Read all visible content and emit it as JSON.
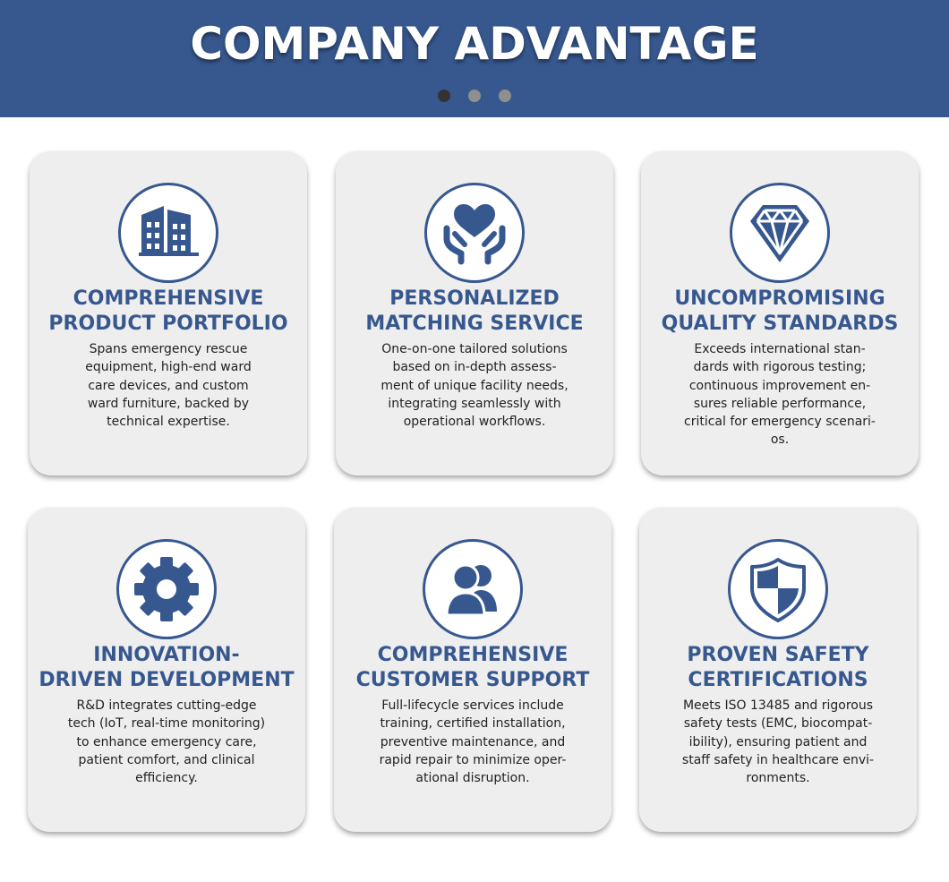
{
  "header": {
    "title": "COMPANY ADVANTAGE",
    "dots": [
      {
        "active": true
      },
      {
        "active": false
      },
      {
        "active": false
      }
    ]
  },
  "colors": {
    "brand": "#37588f",
    "card_bg": "#eeeeef",
    "text": "#222222"
  },
  "cards": [
    {
      "icon": "building-icon",
      "title_lines": [
        "COMPREHENSIVE",
        "PRODUCT PORTFOLIO"
      ],
      "desc_lines": [
        "Spans emergency rescue",
        "equipment, high-end ward",
        "care devices, and custom",
        "ward furniture, backed by",
        "technical expertise."
      ]
    },
    {
      "icon": "heart-hands-icon",
      "title_lines": [
        "PERSONALIZED",
        "MATCHING SERVICE"
      ],
      "desc_lines": [
        "One-on-one tailored solutions",
        "based on in-depth assess-",
        "ment of unique facility needs,",
        "integrating seamlessly with",
        "operational workflows."
      ]
    },
    {
      "icon": "diamond-icon",
      "title_lines": [
        "UNCOMPROMISING",
        "QUALITY STANDARDS"
      ],
      "desc_lines": [
        "Exceeds international stan-",
        "dards with rigorous testing;",
        "continuous improvement en-",
        "sures reliable performance,",
        "critical for emergency scenari-",
        "os."
      ]
    },
    {
      "icon": "gear-icon",
      "title_lines": [
        "INNOVATION-",
        "DRIVEN DEVELOPMENT"
      ],
      "desc_lines": [
        "R&D integrates cutting-edge",
        "tech (IoT, real-time monitoring)",
        "to enhance emergency care,",
        "patient comfort, and clinical",
        "efficiency."
      ]
    },
    {
      "icon": "users-icon",
      "title_lines": [
        "COMPREHENSIVE",
        "CUSTOMER SUPPORT"
      ],
      "desc_lines": [
        "Full-lifecycle services include",
        "training, certified installation,",
        "preventive maintenance, and",
        "rapid repair to minimize oper-",
        "ational disruption."
      ]
    },
    {
      "icon": "shield-icon",
      "title_lines": [
        "PROVEN SAFETY",
        "CERTIFICATIONS"
      ],
      "desc_lines": [
        "Meets ISO 13485 and rigorous",
        "safety tests (EMC, biocompat-",
        "ibility), ensuring patient and",
        "staff safety in healthcare envi-",
        "ronments."
      ]
    }
  ]
}
